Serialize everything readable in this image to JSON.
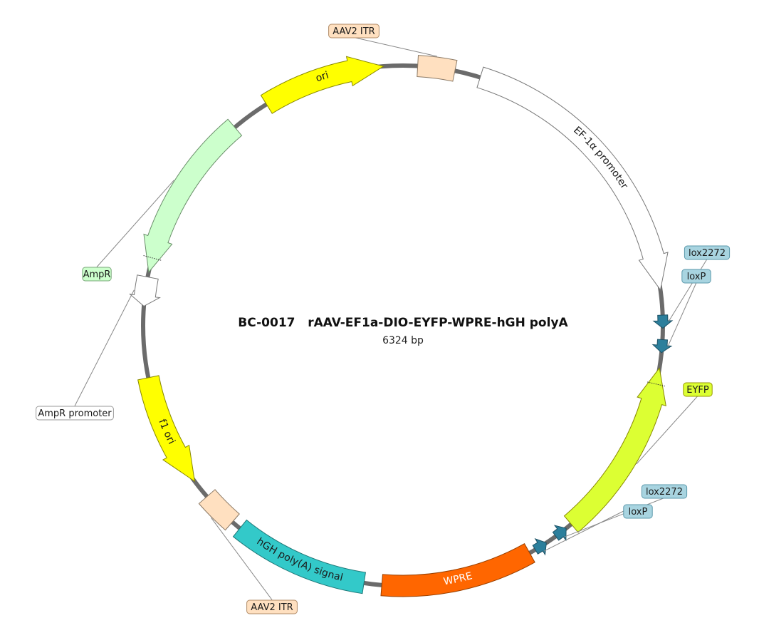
{
  "plasmid": {
    "name": "BC-0017   rAAV-EF1a-DIO-EYFP-WPRE-hGH polyA",
    "length_label": "6324 bp",
    "total_bp": 6324
  },
  "colors": {
    "backbone": "#6b6b6b",
    "ori": "#ffff00",
    "itr": "#ffe0c0",
    "promoter": "#ffffff",
    "lox": "#2c7f9c",
    "lox_label_bg": "#a8d4e0",
    "eyfp": "#dcff33",
    "wpre": "#ff6600",
    "hgh": "#33c9c9",
    "ampr": "#ccffcc"
  },
  "features": [
    {
      "id": "aav2-itr-top",
      "name": "AAV2 ITR",
      "type": "itr",
      "start": 0.9,
      "end": 3.2,
      "direction": 0,
      "fill": "#ffe0c0",
      "stroke": "#8c7a66",
      "label": "AAV2 ITR",
      "label_fill": "#ffe0c0",
      "label_stroke": "#b08a66",
      "text_color": "#1a1a1a",
      "inside_text": ""
    },
    {
      "id": "ef1a-promoter",
      "name": "EF-1α promoter",
      "type": "promoter",
      "start": 4.8,
      "end": 22.8,
      "direction": 1,
      "fill": "#ffffff",
      "stroke": "#777777",
      "label": "",
      "text_color": "#1a1a1a",
      "inside_text": "EF-1α promoter"
    },
    {
      "id": "lox2272-a",
      "name": "lox2272",
      "type": "lox",
      "start": 24.35,
      "end": 25.15,
      "direction": 1,
      "fill": "#2c7f9c",
      "stroke": "#1d5266",
      "label": "lox2272",
      "label_fill": "#a8d4e0",
      "label_stroke": "#5a98ab",
      "text_color": "#1a1a1a",
      "inside_text": ""
    },
    {
      "id": "loxp-a",
      "name": "loxP",
      "type": "lox",
      "start": 25.85,
      "end": 26.65,
      "direction": 1,
      "fill": "#2c7f9c",
      "stroke": "#1d5266",
      "label": "loxP",
      "label_fill": "#a8d4e0",
      "label_stroke": "#5a98ab",
      "text_color": "#1a1a1a",
      "inside_text": ""
    },
    {
      "id": "eyfp",
      "name": "EYFP",
      "type": "cds",
      "start": 27.6,
      "end": 38.8,
      "direction": -1,
      "fill": "#dcff33",
      "stroke": "#888800",
      "label": "EYFP",
      "label_fill": "#dcff33",
      "label_stroke": "#999900",
      "text_color": "#1a1a1a",
      "inside_text": ""
    },
    {
      "id": "lox2272-b",
      "name": "lox2272",
      "type": "lox",
      "start": 39.2,
      "end": 40.0,
      "direction": -1,
      "fill": "#2c7f9c",
      "stroke": "#1d5266",
      "label": "lox2272",
      "label_fill": "#a8d4e0",
      "label_stroke": "#5a98ab",
      "text_color": "#1a1a1a",
      "inside_text": ""
    },
    {
      "id": "loxp-b",
      "name": "loxP",
      "type": "lox",
      "start": 40.7,
      "end": 41.5,
      "direction": -1,
      "fill": "#2c7f9c",
      "stroke": "#1d5266",
      "label": "loxP",
      "label_fill": "#a8d4e0",
      "label_stroke": "#5a98ab",
      "text_color": "#1a1a1a",
      "inside_text": ""
    },
    {
      "id": "wpre",
      "name": "WPRE",
      "type": "misc",
      "start": 41.9,
      "end": 51.3,
      "direction": 0,
      "fill": "#ff6600",
      "stroke": "#994000",
      "label": "",
      "text_color": "#ffffff",
      "inside_text": "WPRE"
    },
    {
      "id": "hgh-polya",
      "name": "hGH poly(A) signal",
      "type": "polya",
      "start": 52.4,
      "end": 60.8,
      "direction": 0,
      "fill": "#33c9c9",
      "stroke": "#1e7777",
      "label": "",
      "text_color": "#1a1a1a",
      "inside_text": "hGH poly(A) signal"
    },
    {
      "id": "aav2-itr-bottom",
      "name": "AAV2 ITR",
      "type": "itr",
      "start": 61.4,
      "end": 63.6,
      "direction": 0,
      "fill": "#ffe0c0",
      "stroke": "#8c7a66",
      "label": "AAV2 ITR",
      "label_fill": "#ffe0c0",
      "label_stroke": "#b08a66",
      "text_color": "#1a1a1a",
      "inside_text": ""
    },
    {
      "id": "f1-ori",
      "name": "f1 ori",
      "type": "ori",
      "start": 64.8,
      "end": 71.8,
      "direction": -1,
      "fill": "#ffff00",
      "stroke": "#888800",
      "label": "",
      "text_color": "#1a1a1a",
      "inside_text": "f1 ori"
    },
    {
      "id": "ampr-promoter",
      "name": "AmpR promoter",
      "type": "promoter",
      "start": 76.2,
      "end": 78.0,
      "direction": -1,
      "fill": "#ffffff",
      "stroke": "#777777",
      "label": "AmpR promoter",
      "label_fill": "#ffffff",
      "label_stroke": "#999999",
      "text_color": "#1a1a1a",
      "inside_text": ""
    },
    {
      "id": "ampr",
      "name": "AmpR",
      "type": "cds",
      "start": 78.3,
      "end": 88.8,
      "direction": -1,
      "fill": "#ccffcc",
      "stroke": "#6a8f6a",
      "label": "AmpR",
      "label_fill": "#ccffcc",
      "label_stroke": "#7aa87a",
      "text_color": "#1a1a1a",
      "inside_text": ""
    },
    {
      "id": "ori",
      "name": "ori",
      "type": "ori",
      "start": 91.2,
      "end": 98.8,
      "direction": 1,
      "fill": "#ffff00",
      "stroke": "#888800",
      "label": "",
      "text_color": "#1a1a1a",
      "inside_text": "ori"
    }
  ]
}
